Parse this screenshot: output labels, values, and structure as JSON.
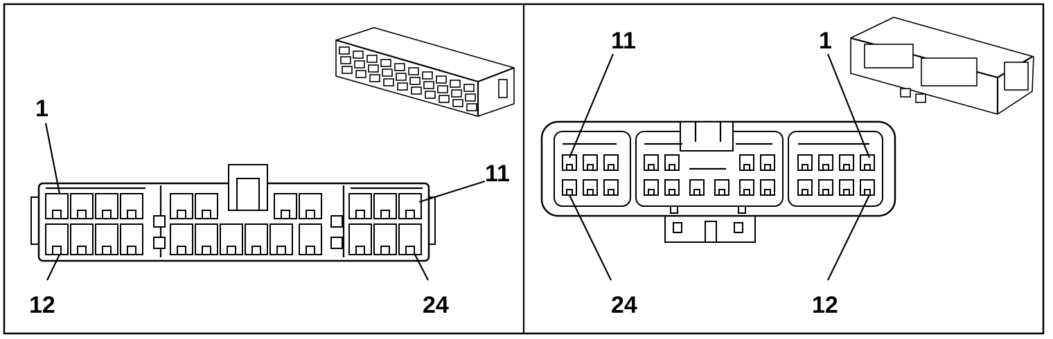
{
  "views": [
    {
      "id": "left-view",
      "labels": {
        "top_left": "1",
        "top_right": "11",
        "bottom_left": "12",
        "bottom_right": "24"
      }
    },
    {
      "id": "right-view",
      "labels": {
        "top_left": "11",
        "top_right": "1",
        "bottom_left": "24",
        "bottom_right": "12"
      }
    }
  ]
}
